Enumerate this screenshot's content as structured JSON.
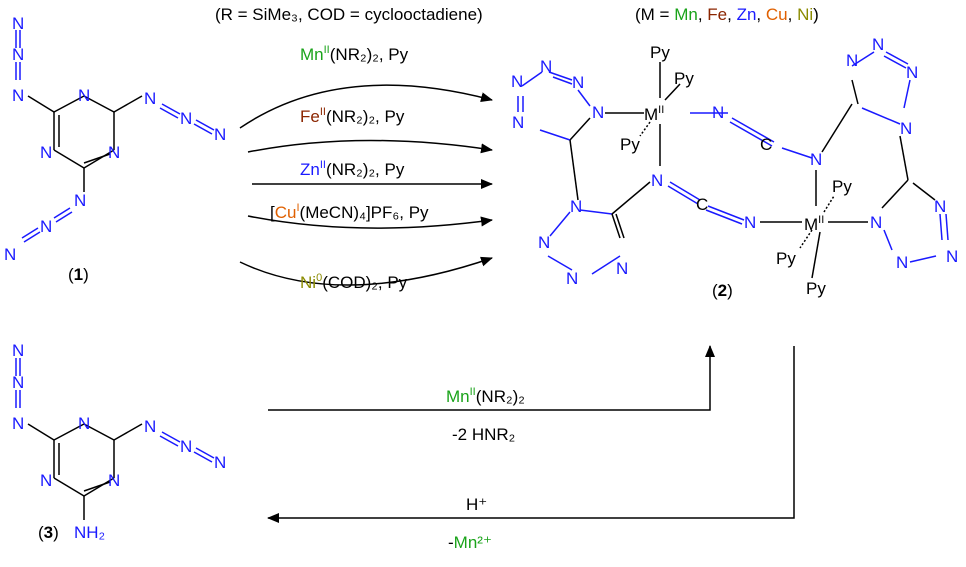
{
  "header": {
    "definitions": "(R = SiMe₃, COD = cyclooctadiene)",
    "metals_prefix": "(M = ",
    "metals": [
      {
        "symbol": "Mn",
        "color": "#1aa31a"
      },
      {
        "symbol": "Fe",
        "color": "#8b2500"
      },
      {
        "symbol": "Zn",
        "color": "#1a1aff"
      },
      {
        "symbol": "Cu",
        "color": "#e06000"
      },
      {
        "symbol": "Ni",
        "color": "#8b8b00"
      }
    ],
    "metals_suffix": ")"
  },
  "compound_labels": {
    "c1": "1",
    "c2": "2",
    "c3": "3"
  },
  "reagents": [
    {
      "metal": "Mn",
      "ox": "II",
      "rest": "(NR₂)₂, Py",
      "color": "#1aa31a"
    },
    {
      "metal": "Fe",
      "ox": "II",
      "rest": "(NR₂)₂, Py",
      "color": "#8b2500"
    },
    {
      "metal": "Zn",
      "ox": "II",
      "rest": "(NR₂)₂, Py",
      "color": "#1a1aff"
    },
    {
      "metal": "Cu",
      "ox": "I",
      "rest": "(MeCN)₄]PF₆, Py",
      "prefix": "[",
      "color": "#e06000"
    },
    {
      "metal": "Ni",
      "ox": "0",
      "rest": "(COD)₂, Py",
      "color": "#8b8b00"
    }
  ],
  "lower_reaction": {
    "forward_top": {
      "metal": "Mn",
      "ox": "II",
      "rest": "(NR₂)₂"
    },
    "forward_bottom": "-2 HNR₂",
    "reverse_top": "H⁺",
    "reverse_bottom_prefix": "-",
    "reverse_bottom_ion": "Mn²⁺"
  },
  "atoms": {
    "N": "N",
    "M": "M",
    "M_ox": "II",
    "Py": "Py",
    "C": "C",
    "NH2": "NH₂"
  }
}
